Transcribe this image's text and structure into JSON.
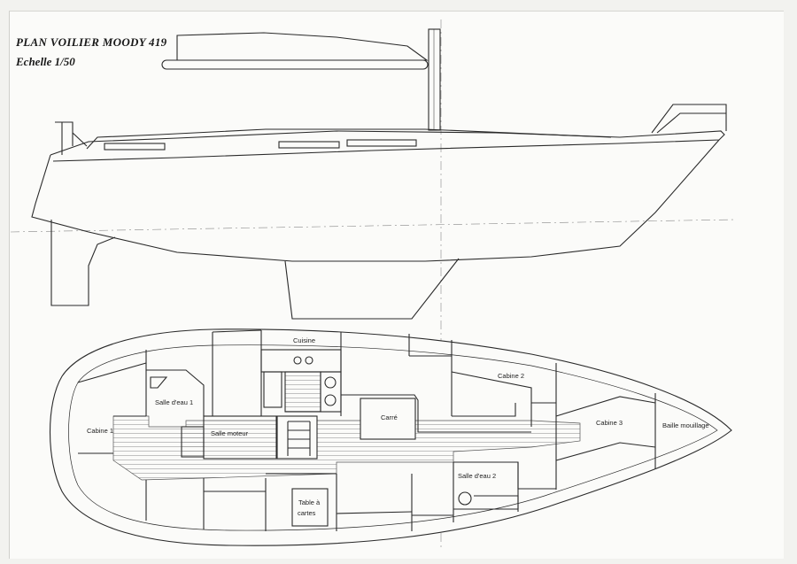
{
  "title": "PLAN VOILIER MOODY 419",
  "scale": "Echelle 1/50",
  "rooms": {
    "cuisine": "Cuisine",
    "cabine2": "Cabine 2",
    "salle_eau_1": "Salle d'eau 1",
    "cabine1": "Cabine 1",
    "salle_moteur": "Salle moteur",
    "carre": "Carré",
    "cabine3": "Cabine 3",
    "baille": "Baille mouillage",
    "salle_eau_2": "Salle d'eau 2",
    "table_line1": "Table à",
    "table_line2": "cartes"
  },
  "colors": {
    "line": "#2a2a2a",
    "paper": "#fbfbf9",
    "hatch": "#9a9a9a"
  }
}
